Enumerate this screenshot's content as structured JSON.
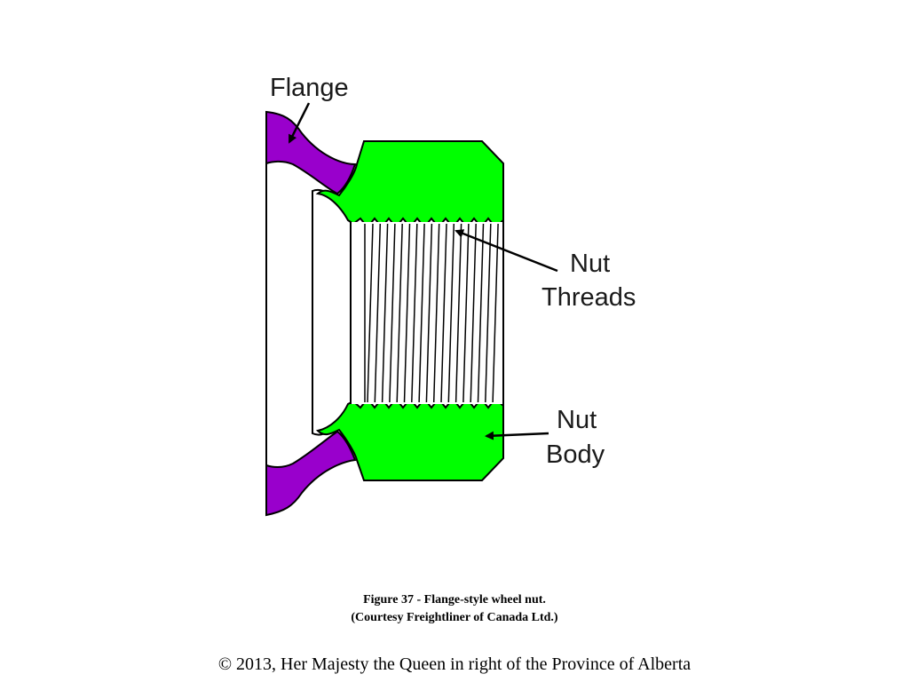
{
  "diagram": {
    "labels": {
      "flange": "Flange",
      "nut_threads_line1": "Nut",
      "nut_threads_line2": "Threads",
      "nut_body_line1": "Nut",
      "nut_body_line2": "Body"
    },
    "colors": {
      "nut_body": "#00ff00",
      "flange": "#9900cc",
      "outline": "#000000",
      "background": "#ffffff"
    }
  },
  "caption": {
    "figure": "Figure 37 - Flange-style wheel nut.",
    "courtesy": "(Courtesy Freightliner of Canada Ltd.)"
  },
  "footer": {
    "copyright": "© 2013, Her Majesty the Queen in right of the Province of Alberta"
  }
}
